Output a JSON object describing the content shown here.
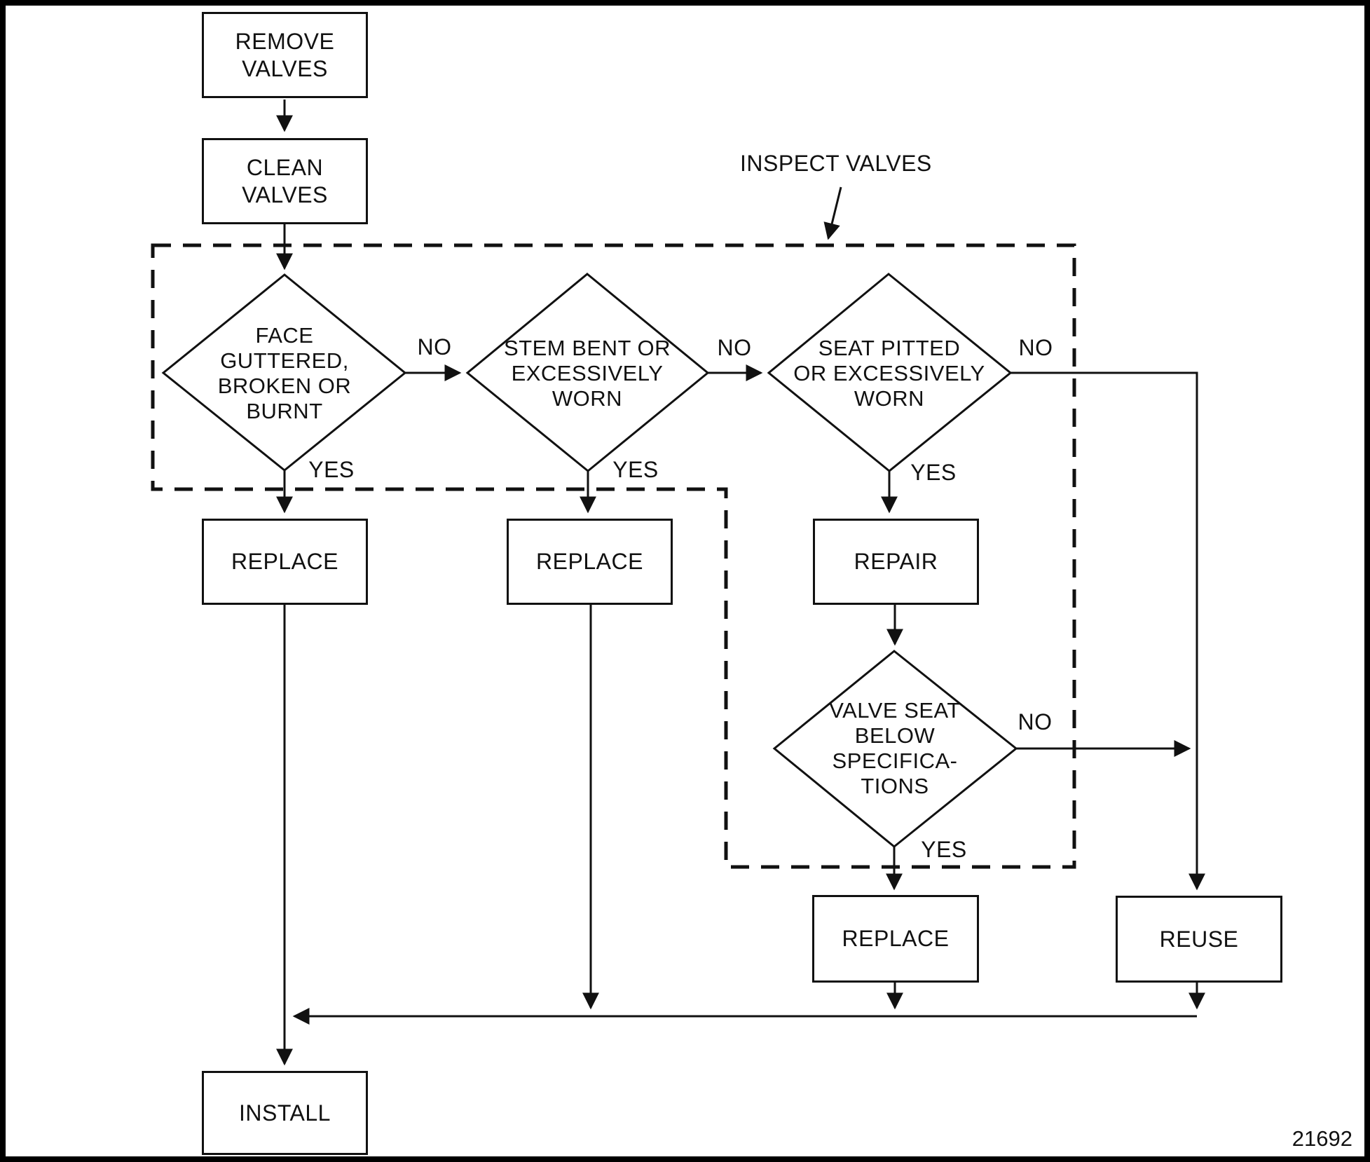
{
  "palette": {
    "ink": "#111111",
    "background": "#ffffff"
  },
  "annotation": {
    "label": "INSPECT VALVES"
  },
  "figure_number": "21692",
  "nodes": {
    "remove": {
      "label": "REMOVE\nVALVES"
    },
    "clean": {
      "label": "CLEAN\nVALVES"
    },
    "replace_face": {
      "label": "REPLACE"
    },
    "replace_stem": {
      "label": "REPLACE"
    },
    "repair": {
      "label": "REPAIR"
    },
    "replace_seat": {
      "label": "REPLACE"
    },
    "reuse": {
      "label": "REUSE"
    },
    "install": {
      "label": "INSTALL"
    }
  },
  "decisions": {
    "face": {
      "label": "FACE\nGUTTERED,\nBROKEN OR\nBURNT"
    },
    "stem": {
      "label": "STEM BENT OR\nEXCESSIVELY\nWORN"
    },
    "seat": {
      "label": "SEAT PITTED\nOR EXCESSIVELY\nWORN"
    },
    "valve_seat": {
      "label": "VALVE SEAT\nBELOW\nSPECIFICA-\nTIONS"
    }
  },
  "edge_labels": {
    "face_no": "NO",
    "face_yes": "YES",
    "stem_no": "NO",
    "stem_yes": "YES",
    "seat_no": "NO",
    "seat_yes": "YES",
    "valve_seat_no": "NO",
    "valve_seat_yes": "YES"
  }
}
